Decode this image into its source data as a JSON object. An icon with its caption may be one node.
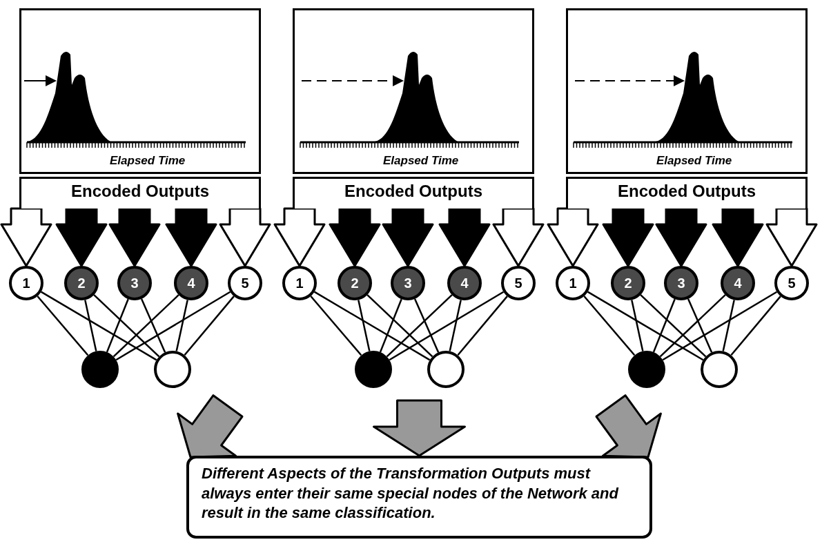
{
  "diagram": {
    "nodes": [
      {
        "text": [
          "Elapsed Time"
        ]
      },
      {
        "text": [
          "Encoded Outputs"
        ]
      },
      {
        "text": [
          "1"
        ]
      },
      {
        "text": [
          "2"
        ]
      },
      {
        "text": [
          "3"
        ]
      },
      {
        "text": [
          "4"
        ]
      },
      {
        "text": [
          "5"
        ]
      },
      {
        "text": [],
        "shape": "circle"
      },
      {
        "text": [],
        "shape": "circle"
      },
      {
        "text": [
          "Elapsed Time"
        ]
      },
      {
        "text": [
          "Encoded Outputs"
        ]
      },
      {
        "text": [
          "1"
        ]
      },
      {
        "text": [
          "2"
        ]
      },
      {
        "text": [
          "3"
        ]
      },
      {
        "text": [
          "4"
        ]
      },
      {
        "text": [
          "5"
        ]
      },
      {
        "text": [],
        "shape": "circle"
      },
      {
        "text": [],
        "shape": "circle"
      },
      {
        "text": [
          "Elapsed Time"
        ]
      },
      {
        "text": [
          "Encoded Outputs"
        ]
      },
      {
        "text": [
          "1"
        ]
      },
      {
        "text": [
          "2"
        ]
      },
      {
        "text": [
          "3"
        ]
      },
      {
        "text": [
          "4"
        ]
      },
      {
        "text": [
          "5"
        ]
      },
      {
        "text": [],
        "shape": "circle"
      },
      {
        "text": [],
        "shape": "circle"
      },
      {
        "text": [
          "Different Aspects of the Transformation Outputs must always enter their same special nodes of the Network and result in the same classification."
        ]
      }
    ],
    "edges": [
      {
        "from": 1,
        "to": 2,
        "arrow": "to",
        "style": "thick",
        "color": "#ffffff"
      },
      {
        "from": 1,
        "to": 3,
        "arrow": "to",
        "style": "thick"
      },
      {
        "from": 1,
        "to": 4,
        "arrow": "to",
        "style": "thick"
      },
      {
        "from": 1,
        "to": 5,
        "arrow": "to",
        "style": "thick"
      },
      {
        "from": 1,
        "to": 6,
        "arrow": "to",
        "style": "thick",
        "color": "#ffffff"
      },
      {
        "from": 2,
        "to": 7,
        "arrow": "none"
      },
      {
        "from": 2,
        "to": 8,
        "arrow": "none"
      },
      {
        "from": 3,
        "to": 7,
        "arrow": "none"
      },
      {
        "from": 3,
        "to": 8,
        "arrow": "none"
      },
      {
        "from": 4,
        "to": 7,
        "arrow": "none"
      },
      {
        "from": 4,
        "to": 8,
        "arrow": "none"
      },
      {
        "from": 5,
        "to": 7,
        "arrow": "none"
      },
      {
        "from": 5,
        "to": 8,
        "arrow": "none"
      },
      {
        "from": 6,
        "to": 7,
        "arrow": "none"
      },
      {
        "from": 6,
        "to": 8,
        "arrow": "none"
      },
      {
        "from": 10,
        "to": 11,
        "arrow": "to",
        "style": "thick",
        "color": "#ffffff"
      },
      {
        "from": 10,
        "to": 12,
        "arrow": "to",
        "style": "thick"
      },
      {
        "from": 10,
        "to": 13,
        "arrow": "to",
        "style": "thick"
      },
      {
        "from": 10,
        "to": 14,
        "arrow": "to",
        "style": "thick"
      },
      {
        "from": 10,
        "to": 15,
        "arrow": "to",
        "style": "thick",
        "color": "#ffffff"
      },
      {
        "from": 11,
        "to": 16,
        "arrow": "none"
      },
      {
        "from": 11,
        "to": 17,
        "arrow": "none"
      },
      {
        "from": 12,
        "to": 16,
        "arrow": "none"
      },
      {
        "from": 12,
        "to": 17,
        "arrow": "none"
      },
      {
        "from": 13,
        "to": 16,
        "arrow": "none"
      },
      {
        "from": 13,
        "to": 17,
        "arrow": "none"
      },
      {
        "from": 14,
        "to": 16,
        "arrow": "none"
      },
      {
        "from": 14,
        "to": 17,
        "arrow": "none"
      },
      {
        "from": 15,
        "to": 16,
        "arrow": "none"
      },
      {
        "from": 15,
        "to": 17,
        "arrow": "none"
      },
      {
        "from": 19,
        "to": 20,
        "arrow": "to",
        "style": "thick",
        "color": "#ffffff"
      },
      {
        "from": 19,
        "to": 21,
        "arrow": "to",
        "style": "thick"
      },
      {
        "from": 19,
        "to": 22,
        "arrow": "to",
        "style": "thick"
      },
      {
        "from": 19,
        "to": 23,
        "arrow": "to",
        "style": "thick"
      },
      {
        "from": 19,
        "to": 24,
        "arrow": "to",
        "style": "thick",
        "color": "#ffffff"
      },
      {
        "from": 20,
        "to": 25,
        "arrow": "none"
      },
      {
        "from": 20,
        "to": 26,
        "arrow": "none"
      },
      {
        "from": 21,
        "to": 25,
        "arrow": "none"
      },
      {
        "from": 21,
        "to": 26,
        "arrow": "none"
      },
      {
        "from": 22,
        "to": 25,
        "arrow": "none"
      },
      {
        "from": 22,
        "to": 26,
        "arrow": "none"
      },
      {
        "from": 23,
        "to": 25,
        "arrow": "none"
      },
      {
        "from": 23,
        "to": 26,
        "arrow": "none"
      },
      {
        "from": 24,
        "to": 25,
        "arrow": "none"
      },
      {
        "from": 24,
        "to": 26,
        "arrow": "none"
      },
      {
        "from": null,
        "to": 27,
        "arrow": "to",
        "style": "thick",
        "color": "#999999"
      },
      {
        "from": 8,
        "to": 27,
        "arrow": "to",
        "style": "thick",
        "color": "#999999"
      },
      {
        "from": 25,
        "to": 27,
        "arrow": "to",
        "style": "thick",
        "color": "#999999"
      }
    ]
  }
}
